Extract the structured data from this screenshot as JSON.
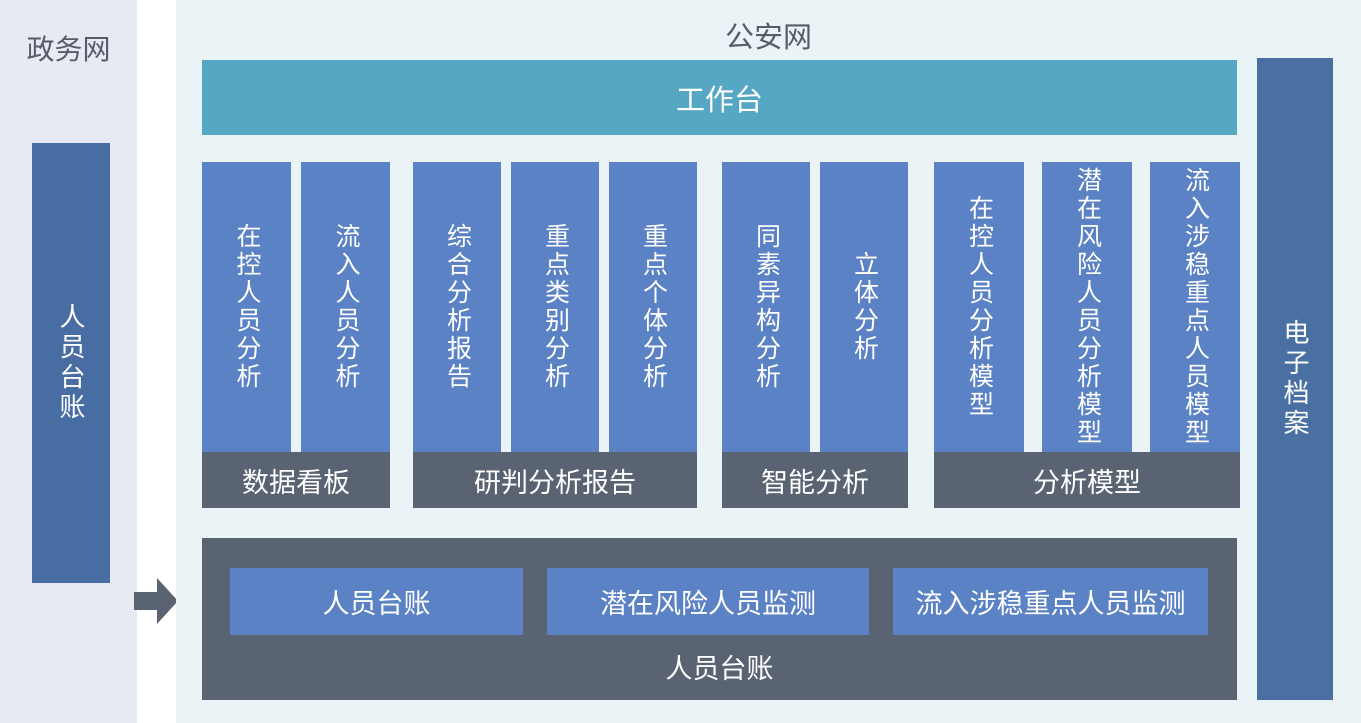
{
  "colors": {
    "left_strip_bg": "#e7eaf3",
    "main_panel_bg": "#eaf3f6",
    "workbench_teal": "#55a7c3",
    "module_blue": "#5b82c4",
    "side_bar_blue_left": "#486da2",
    "side_bar_blue_right": "#4a6fa3",
    "dark_slate": "#5a6372",
    "title_gray": "#565d69"
  },
  "left_panel": {
    "title": "政务网",
    "bar_label": "人员台账"
  },
  "arrow_icon": "right-block-arrow",
  "main_panel": {
    "title": "公安网",
    "workbench_label": "工作台",
    "groups": [
      {
        "label": "数据看板",
        "items": [
          "在控人员分析",
          "流入人员分析"
        ]
      },
      {
        "label": "研判分析报告",
        "items": [
          "综合分析报告",
          "重点类别分析",
          "重点个体分析"
        ]
      },
      {
        "label": "智能分析",
        "items": [
          "同素异构分析",
          "立体分析"
        ]
      },
      {
        "label": "分析模型",
        "items": [
          "在控人员分析模型",
          "潜在风险人员分析模型",
          "流入涉稳重点人员模型"
        ]
      }
    ],
    "bottom_box": {
      "label": "人员台账",
      "buttons": [
        "人员台账",
        "潜在风险人员监测",
        "流入涉稳重点人员监测"
      ]
    },
    "right_bar_label": "电子档案"
  }
}
